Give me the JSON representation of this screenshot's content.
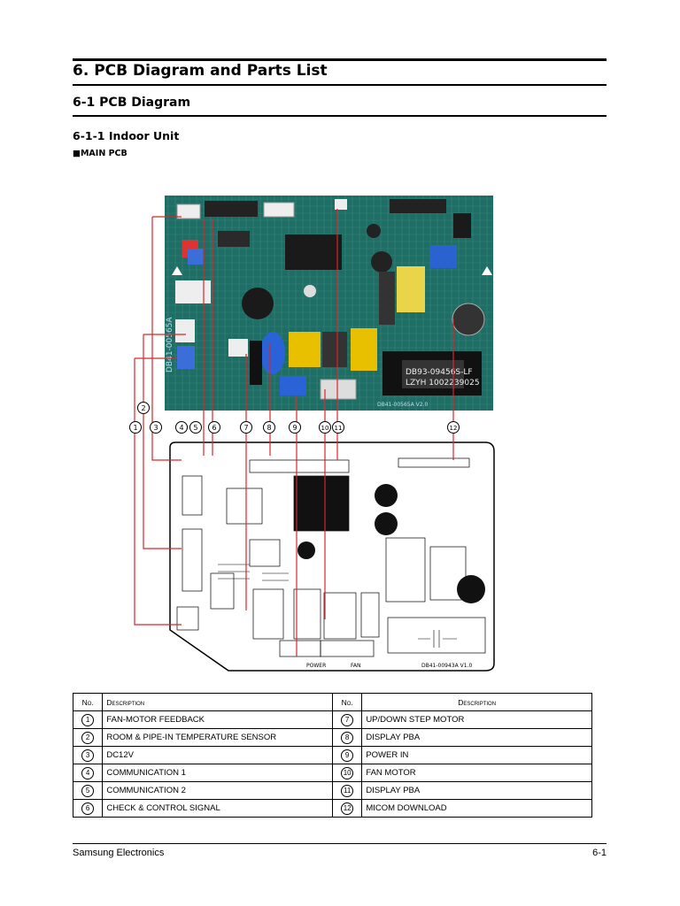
{
  "header": {
    "chapter_title": "6. PCB Diagram and Parts List",
    "section_title": "6-1 PCB Diagram",
    "subsection_title": "6-1-1 Indoor Unit",
    "figure_label": "■MAIN PCB"
  },
  "callout_numbers": [
    "1",
    "2",
    "3",
    "4",
    "5",
    "6",
    "7",
    "8",
    "9",
    "10",
    "11",
    "12"
  ],
  "photo_labels": {
    "transformer_label_1": "DB93-09456S-LF",
    "transformer_label_2": "LZYH 1002239025",
    "board_code": "DB41-00565A",
    "board_code_v": "DB41-00565A V2.0"
  },
  "schematic_labels": {
    "board_code": "DB41-00943A V1.0",
    "power_label": "POWER",
    "fan_label": "FAN"
  },
  "table": {
    "headers": {
      "no_left": "No.",
      "desc_left": "Description",
      "no_right": "No.",
      "desc_right": "Description"
    },
    "rows": [
      {
        "n1": "1",
        "d1": "FAN-MOTOR FEEDBACK",
        "n2": "7",
        "d2": "UP/DOWN STEP MOTOR"
      },
      {
        "n1": "2",
        "d1": "ROOM & PIPE-IN TEMPERATURE SENSOR",
        "n2": "8",
        "d2": "DISPLAY PBA"
      },
      {
        "n1": "3",
        "d1": "DC12V",
        "n2": "9",
        "d2": "POWER IN"
      },
      {
        "n1": "4",
        "d1": "COMMUNICATION 1",
        "n2": "10",
        "d2": "FAN MOTOR"
      },
      {
        "n1": "5",
        "d1": "COMMUNICATION 2",
        "n2": "11",
        "d2": "DISPLAY PBA"
      },
      {
        "n1": "6",
        "d1": "CHECK & CONTROL SIGNAL",
        "n2": "12",
        "d2": "MICOM DOWNLOAD"
      }
    ]
  },
  "footer": {
    "company": "Samsung Electronics",
    "page": "6-1"
  },
  "colors": {
    "pcb_green": "#1f6e66",
    "callout_red": "#d8262a",
    "text": "#000000"
  }
}
